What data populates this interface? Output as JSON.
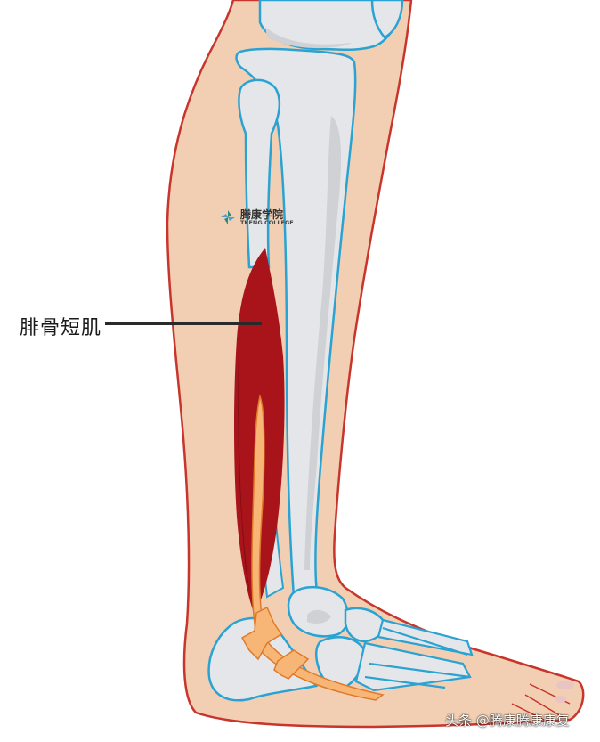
{
  "figure": {
    "subject": "lateral view of lower leg and foot",
    "colors": {
      "background": "#ffffff",
      "skin_fill": "#f2cfb3",
      "skin_outline": "#c8352c",
      "bone_fill": "#e4e6ea",
      "bone_shade": "#cfd1d4",
      "bone_outline": "#2aa3d2",
      "muscle_fill": "#a8141a",
      "muscle_dark": "#7e0d12",
      "tendon_fill": "#f7b676",
      "tendon_outline": "#e07a2a",
      "label_text": "#1a1a1a",
      "leader_line": "#2a2a2a"
    }
  },
  "annotation": {
    "label": "腓骨短肌"
  },
  "logo": {
    "name_cn": "腾康学院",
    "name_en": "TKENG COLLEGE"
  },
  "watermark": {
    "text": "头条 @腾康腾康康复"
  }
}
